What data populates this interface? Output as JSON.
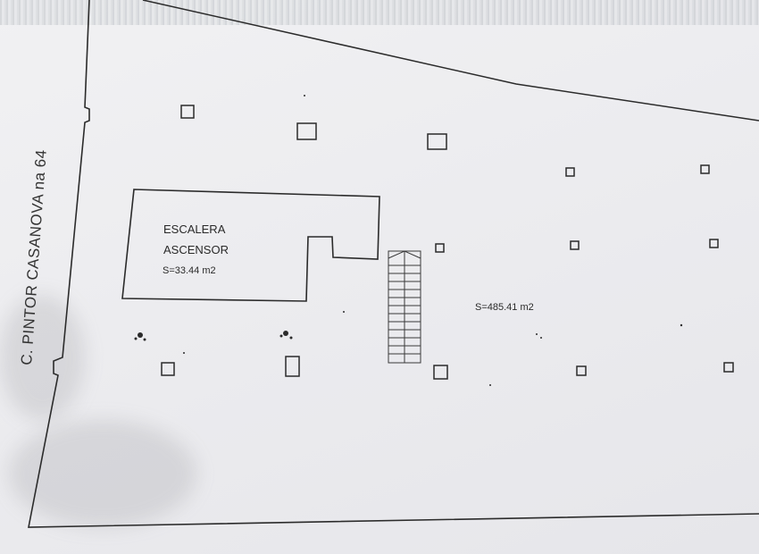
{
  "plan": {
    "street_label": "C. PINTOR CASANOVA na 64",
    "core_label_1": "ESCALERA",
    "core_label_2": "ASCENSOR",
    "core_area": "S=33.44  m2",
    "main_area": "S=485.41  m2"
  },
  "colors": {
    "paper": "#ececef",
    "ink": "#2a2a2a"
  }
}
